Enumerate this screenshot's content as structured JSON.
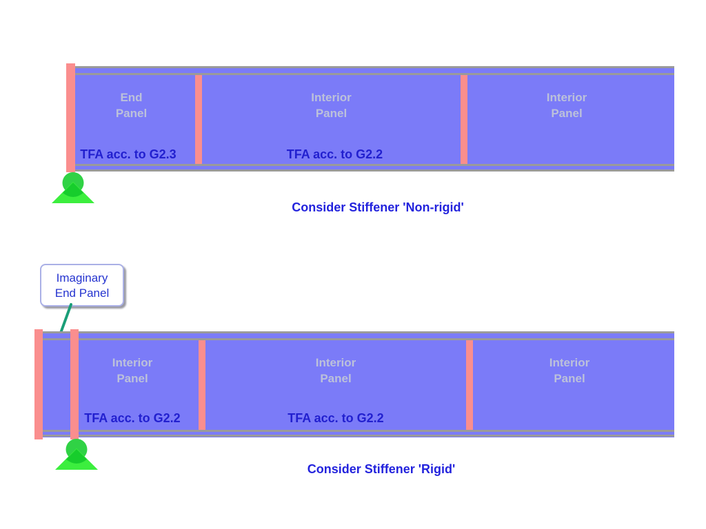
{
  "figure_type": "girder-panel-diagram",
  "colors": {
    "panel": "#7b7bf8",
    "stiffener": "#fa8e8e",
    "flange": "#9a9a9a",
    "panel_label": "#bcc1da",
    "tfa": "#2220cf",
    "caption": "#2323dd",
    "callout_text": "#2433cf",
    "callout_border": "#aab0e6",
    "leader": "#1a9e78",
    "sup_circle": "#30d245",
    "sup_tri": "#3cee3e",
    "sup_overlap": "#17cd2c"
  },
  "beam_top": {
    "caption": "Consider Stiffener 'Non-rigid'",
    "panels": [
      {
        "title1": "End",
        "title2": "Panel",
        "tfa": "TFA acc. to G2.3"
      },
      {
        "title1": "Interior",
        "title2": "Panel",
        "tfa": "TFA acc. to G2.2"
      },
      {
        "title1": "Interior",
        "title2": "Panel",
        "tfa": ""
      }
    ]
  },
  "beam_bottom": {
    "caption": "Consider Stiffener 'Rigid'",
    "callout": {
      "line1": "Imaginary",
      "line2": "End Panel"
    },
    "panels": [
      {
        "title1": "Interior",
        "title2": "Panel",
        "tfa": "TFA acc. to G2.2"
      },
      {
        "title1": "Interior",
        "title2": "Panel",
        "tfa": "TFA acc. to G2.2"
      },
      {
        "title1": "Interior",
        "title2": "Panel",
        "tfa": ""
      }
    ]
  }
}
